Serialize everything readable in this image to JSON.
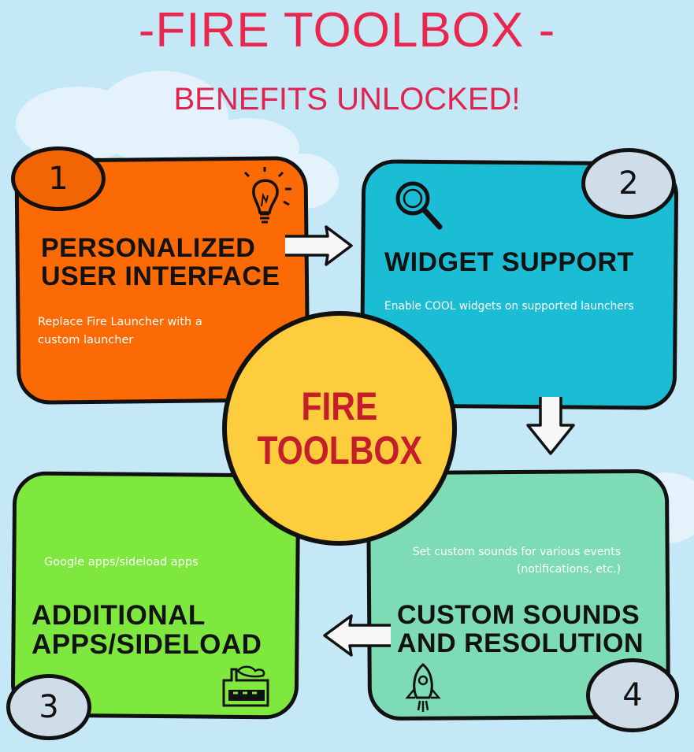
{
  "header": {
    "title": "-FIRE TOOLBOX -",
    "subtitle": "BENEFITS UNLOCKED!"
  },
  "center": {
    "line1": "FIRE",
    "line2": "TOOLBOX"
  },
  "cards": [
    {
      "number": "1",
      "heading_line1": "PERSONALIZED",
      "heading_line2": "USER INTERFACE",
      "desc_line1": "Replace Fire Launcher with a",
      "desc_line2": "custom launcher",
      "icon": "lightbulb-icon"
    },
    {
      "number": "2",
      "heading": "WIDGET SUPPORT",
      "desc": "Enable COOL widgets on supported launchers",
      "icon": "magnifier-icon"
    },
    {
      "number": "3",
      "heading_line1": "ADDITIONAL",
      "heading_line2": "APPS/SIDELOAD",
      "desc": "Google apps/sideload apps",
      "icon": "factory-icon"
    },
    {
      "number": "4",
      "heading_line1": "CUSTOM SOUNDS",
      "heading_line2": "AND RESOLUTION",
      "desc_line1": "Set custom sounds for various events",
      "desc_line2": "(notifications, etc.)",
      "icon": "rocket-icon"
    }
  ],
  "colors": {
    "background": "#c5e8f7",
    "title": "#e8274f",
    "card1": "#fb6a05",
    "card2": "#1bbdd4",
    "card3": "#7ee83e",
    "card4": "#7ddcb5",
    "center": "#fdcd3e",
    "center_text": "#c41e2a"
  }
}
